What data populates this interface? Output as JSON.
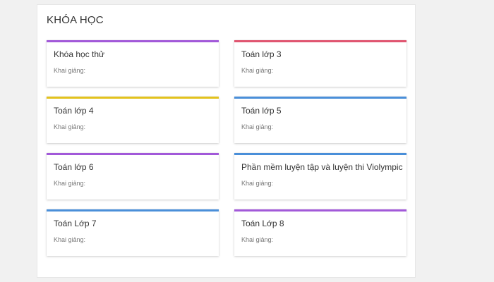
{
  "section": {
    "title": "KHÓA HỌC"
  },
  "courses": [
    {
      "title": "Khóa học thử",
      "subtitle": "Khai giảng:",
      "color": "#a259d9"
    },
    {
      "title": "Toán lớp 3",
      "subtitle": "Khai giảng:",
      "color": "#e05570"
    },
    {
      "title": "Toán lớp 4",
      "subtitle": "Khai giảng:",
      "color": "#e3c21d"
    },
    {
      "title": "Toán lớp 5",
      "subtitle": "Khai giảng:",
      "color": "#4a8fd9"
    },
    {
      "title": "Toán lớp 6",
      "subtitle": "Khai giảng:",
      "color": "#a259d9"
    },
    {
      "title": "Phần mềm luyện tập và luyện thi Violympic",
      "subtitle": "Khai giảng:",
      "color": "#4a8fd9"
    },
    {
      "title": "Toán Lớp 7",
      "subtitle": "Khai giảng:",
      "color": "#4a8fd9"
    },
    {
      "title": "Toán Lớp 8",
      "subtitle": "Khai giảng:",
      "color": "#a259d9"
    }
  ]
}
